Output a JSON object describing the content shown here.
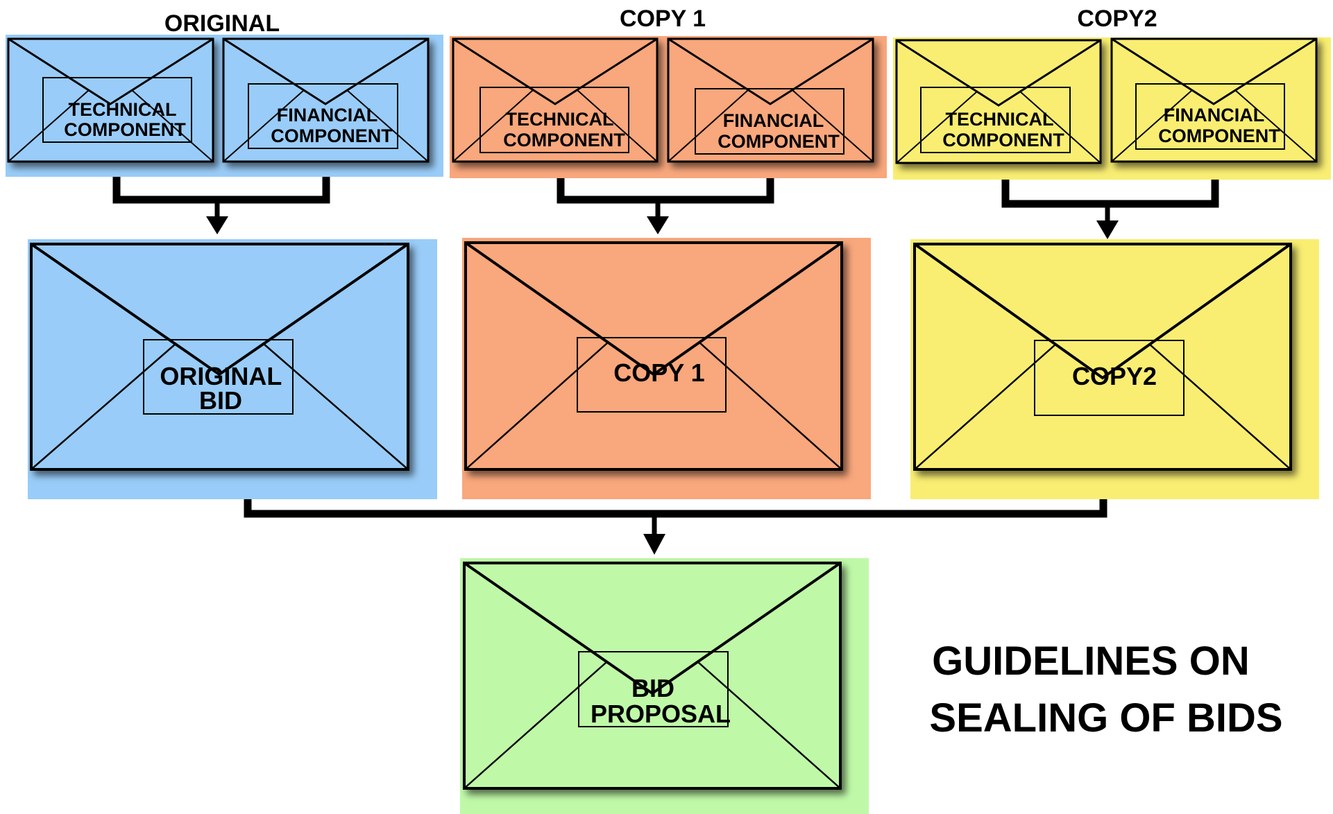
{
  "colors": {
    "original": "#99ccf8",
    "copy1": "#f9a77c",
    "copy2": "#f9ee72",
    "proposal": "#bff9a8",
    "line": "#000000"
  },
  "groups": [
    {
      "key": "original",
      "header": "ORIGINAL",
      "technical_label": [
        "TECHNICAL",
        "COMPONENT"
      ],
      "financial_label": [
        "FINANCIAL",
        "COMPONENT"
      ],
      "bid_label": [
        "ORIGINAL",
        "BID"
      ]
    },
    {
      "key": "copy1",
      "header": "COPY 1",
      "technical_label": [
        "TECHNICAL",
        "COMPONENT"
      ],
      "financial_label": [
        "FINANCIAL",
        "COMPONENT"
      ],
      "bid_label": [
        "COPY 1"
      ]
    },
    {
      "key": "copy2",
      "header": "COPY2",
      "technical_label": [
        "TECHNICAL",
        "COMPONENT"
      ],
      "financial_label": [
        "FINANCIAL",
        "COMPONENT"
      ],
      "bid_label": [
        "COPY2"
      ]
    }
  ],
  "proposal_label": [
    "BID",
    "PROPOSAL"
  ],
  "title_lines": [
    "GUIDELINES ON",
    "SEALING OF BIDS"
  ],
  "icons": [
    "envelope-icon",
    "arrow-down-icon"
  ]
}
